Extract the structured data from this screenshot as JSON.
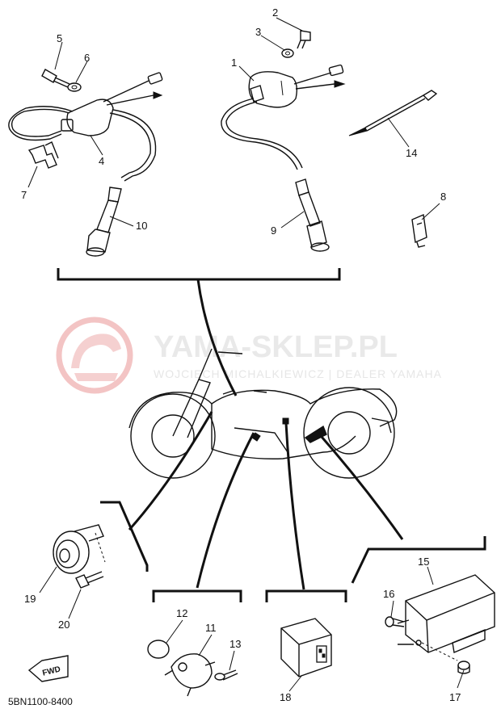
{
  "watermark": {
    "title": "YAMA-SKLEP.PL",
    "subtitle": "WOJCIECH MICHALKIEWICZ | DEALER YAMAHA"
  },
  "diagram_code": "5BN1100-8400",
  "fwd_label": "FWD",
  "callouts": {
    "p1": "1",
    "p2": "2",
    "p3": "3",
    "p4": "4",
    "p5": "5",
    "p6": "6",
    "p7": "7",
    "p8": "8",
    "p9": "9",
    "p10": "10",
    "p11": "11",
    "p12": "12",
    "p13": "13",
    "p14": "14",
    "p15": "15",
    "p16": "16",
    "p17": "17",
    "p18": "18",
    "p19": "19",
    "p20": "20"
  }
}
